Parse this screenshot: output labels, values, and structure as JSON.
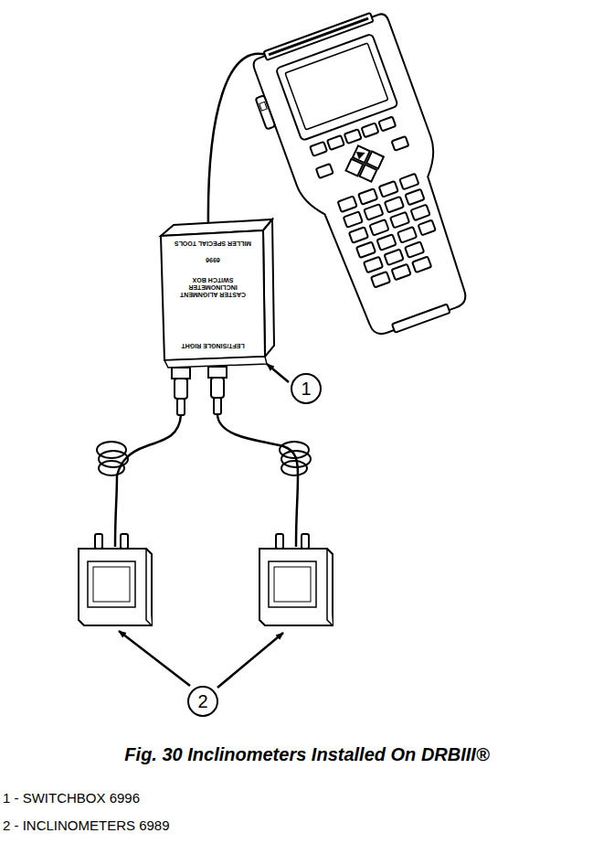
{
  "diagram": {
    "caption": "Fig. 30 Inclinometers Installed On DRBIII®",
    "nodes": [
      {
        "text": [
          "1"
        ]
      },
      {
        "text": [
          "2"
        ]
      }
    ],
    "labels": [
      "MILLER SPECIAL TOOLS",
      "6996",
      "CASTER ALIGNMENT INCLINOMETER SWITCH BOX",
      "LEFT/SINGLE RIGHT",
      "1 - SWITCHBOX 6996",
      "2 - INCLINOMETERS 6989"
    ]
  }
}
